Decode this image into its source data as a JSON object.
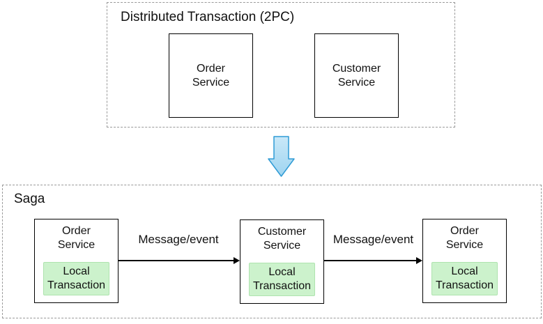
{
  "colors": {
    "green_fill": "#ccf2cc",
    "green_border": "#aee3ae",
    "arrow_blue_fill": "#a5d8f2",
    "arrow_blue_fill_light": "#c9e8f8",
    "arrow_blue_stroke": "#2f9bd5",
    "dash_gray": "#999999",
    "box_border": "#000000"
  },
  "two_pc": {
    "title": "Distributed Transaction (2PC)",
    "services": [
      {
        "label": "Order\nService"
      },
      {
        "label": "Customer\nService"
      }
    ]
  },
  "transition_arrow": {
    "icon": "down-arrow"
  },
  "saga": {
    "title": "Saga",
    "steps": [
      {
        "service": "Order\nService",
        "inner": "Local\nTransaction"
      },
      {
        "service": "Customer\nService",
        "inner": "Local\nTransaction"
      },
      {
        "service": "Order\nService",
        "inner": "Local\nTransaction"
      }
    ],
    "arrows": [
      {
        "label": "Message/event"
      },
      {
        "label": "Message/event"
      }
    ]
  }
}
